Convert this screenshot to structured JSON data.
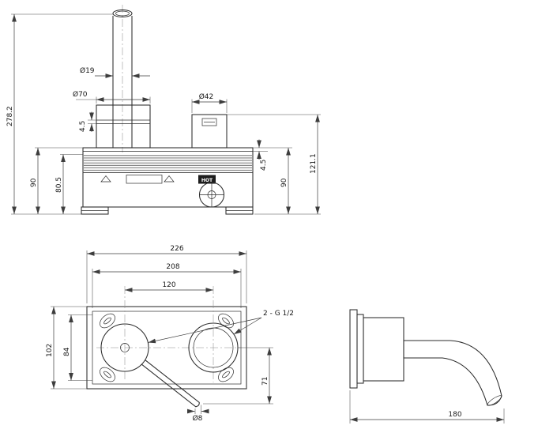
{
  "colors": {
    "background": "#ffffff",
    "line": "#2b2b2b",
    "dimension": "#3d3d3d"
  },
  "top_view": {
    "dim_total_height": "278.2",
    "dim_pipe_diameter": "Ø19",
    "dim_escutcheon_diameter": "Ø70",
    "dim_handle_diameter": "Ø42",
    "dim_escutcheon_plate": "4.5",
    "dim_body_depth_left": "90",
    "dim_body_inner_depth": "80.5",
    "dim_handle_plate": "4.5",
    "dim_body_depth_right": "90",
    "dim_handle_total": "121.1",
    "body_marking": "HOT"
  },
  "front_view": {
    "dim_box_width": "226",
    "dim_box_inner_width": "208",
    "dim_valve_centers": "120",
    "dim_box_height": "102",
    "dim_box_inner_height": "84",
    "dim_lever_drop": "71",
    "dim_lever_diameter": "Ø8",
    "thread_note": "2 - G 1/2"
  },
  "side_view": {
    "dim_spout_reach": "180"
  }
}
